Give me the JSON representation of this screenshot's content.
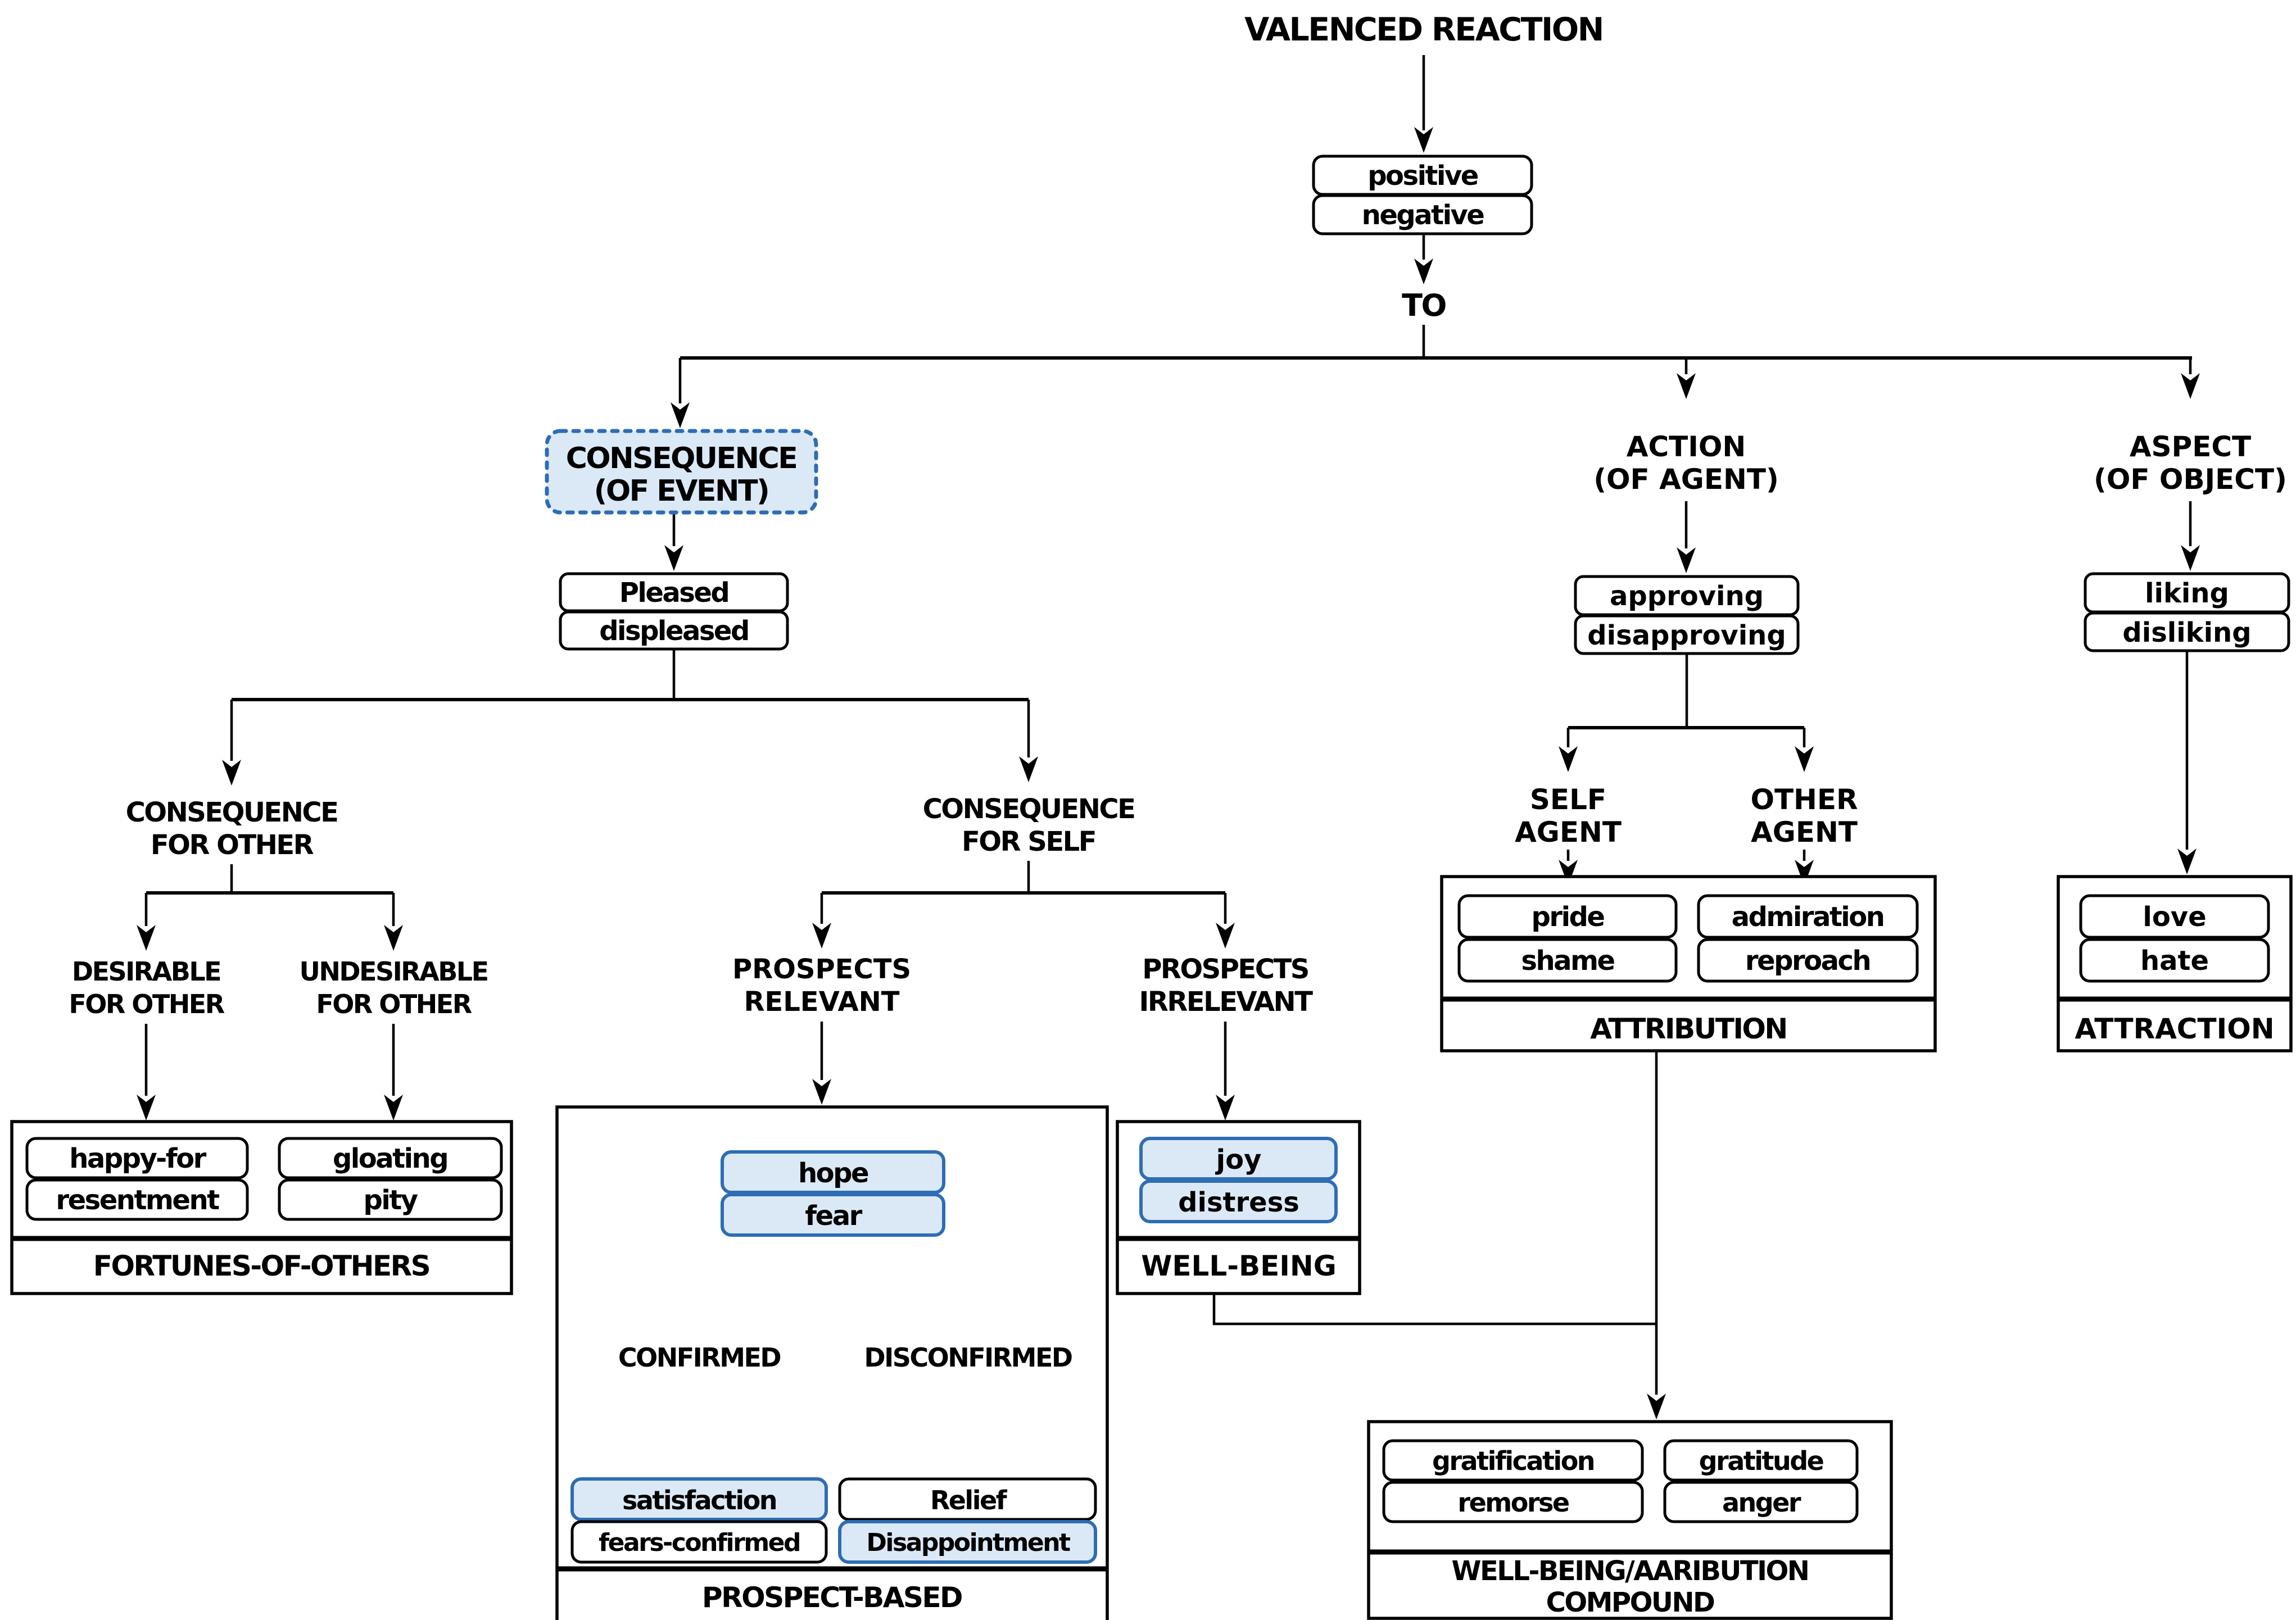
{
  "colors": {
    "highlight_fill": "#dbe9f7",
    "highlight_border": "#2e6db4",
    "line": "#000000",
    "box_fill": "#ffffff",
    "background": "#ffffff"
  },
  "title": "VALENCED REACTION",
  "connector_label": "TO",
  "valence": {
    "positive": "positive",
    "negative": "negative"
  },
  "branches": {
    "consequence_event": {
      "line1": "CONSEQUENCE",
      "line2": "(OF EVENT)"
    },
    "action_agent": {
      "line1": "ACTION",
      "line2": "(OF AGENT)"
    },
    "aspect_object": {
      "line1": "ASPECT",
      "line2": "(OF OBJECT)"
    }
  },
  "reactions": {
    "pleased": "Pleased",
    "displeased": "displeased",
    "approving": "approving",
    "disapproving": "disapproving",
    "liking": "liking",
    "disliking": "disliking"
  },
  "subbranches": {
    "consequence_other": {
      "line1": "CONSEQUENCE",
      "line2": "FOR OTHER"
    },
    "consequence_self": {
      "line1": "CONSEQUENCE",
      "line2": "FOR SELF"
    },
    "desirable_other": {
      "line1": "DESIRABLE",
      "line2": "FOR OTHER"
    },
    "undesirable_other": {
      "line1": "UNDESIRABLE",
      "line2": "FOR OTHER"
    },
    "prospects_relevant": {
      "line1": "PROSPECTS",
      "line2": "RELEVANT"
    },
    "prospects_irrelevant": {
      "line1": "PROSPECTS",
      "line2": "IRRELEVANT"
    },
    "self_agent": {
      "line1": "SELF",
      "line2": "AGENT"
    },
    "other_agent": {
      "line1": "OTHER",
      "line2": "AGENT"
    },
    "confirmed": "CONFIRMED",
    "disconfirmed": "DISCONFIRMED"
  },
  "emotions": {
    "happy_for": "happy-for",
    "resentment": "resentment",
    "gloating": "gloating",
    "pity": "pity",
    "hope": "hope",
    "fear": "fear",
    "satisfaction": "satisfaction",
    "fears_confirmed": "fears-confirmed",
    "relief": "Relief",
    "disappointment": "Disappointment",
    "joy": "joy",
    "distress": "distress",
    "pride": "pride",
    "shame": "shame",
    "admiration": "admiration",
    "reproach": "reproach",
    "love": "love",
    "hate": "hate",
    "gratification": "gratification",
    "remorse": "remorse",
    "gratitude": "gratitude",
    "anger": "anger"
  },
  "groups": {
    "fortunes_of_others": "FORTUNES-OF-OTHERS",
    "prospect_based": "PROSPECT-BASED",
    "well_being": "WELL-BEING",
    "attribution": "ATTRIBUTION",
    "attraction": "ATTRACTION",
    "compound": {
      "line1": "WELL-BEING/AARIBUTION",
      "line2": "COMPOUND"
    }
  },
  "highlighted": [
    "consequence_event",
    "hope",
    "fear",
    "joy",
    "distress",
    "satisfaction",
    "disappointment"
  ]
}
